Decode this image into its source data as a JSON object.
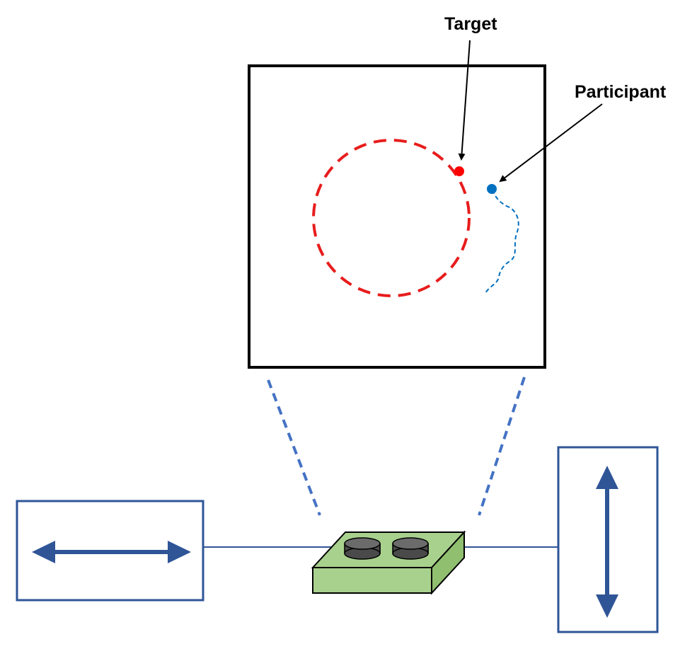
{
  "labels": {
    "target": "Target",
    "participant": "Participant"
  },
  "colors": {
    "target_circle": "#e81c1c",
    "target_dot": "#ff0000",
    "participant": "#0070c0",
    "frame": "#000000",
    "device_outline": "#2f5597",
    "connector": "#4472c4",
    "arrow": "#2f5597",
    "device_top": "#a9d18e",
    "device_side": "#8fbf6f",
    "button_face": "#6b6b6b",
    "button_side": "#4a4a4a"
  },
  "icons": {
    "left_panel": "horizontal-double-arrow",
    "right_panel": "vertical-double-arrow",
    "device": "two-button-controller"
  }
}
